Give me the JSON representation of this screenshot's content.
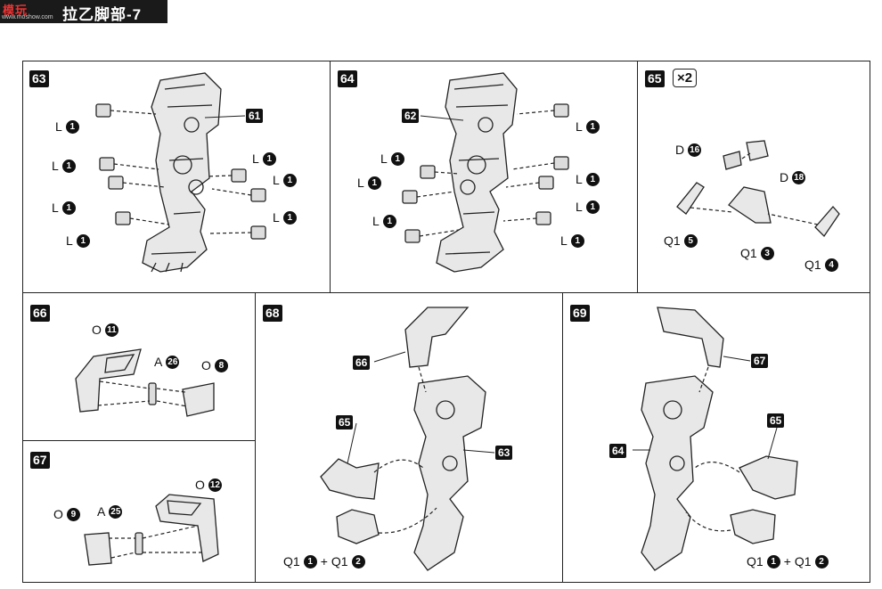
{
  "header": {
    "logo": "模玩",
    "site": "www.moshow.com",
    "title": "拉乙脚部-7"
  },
  "steps": {
    "s63": {
      "num": "63",
      "callout": "61",
      "parts": [
        {
          "letter": "L",
          "num": "1"
        },
        {
          "letter": "L",
          "num": "1"
        },
        {
          "letter": "L",
          "num": "1"
        },
        {
          "letter": "L",
          "num": "1"
        },
        {
          "letter": "L",
          "num": "1"
        },
        {
          "letter": "L",
          "num": "1"
        },
        {
          "letter": "L",
          "num": "1"
        }
      ]
    },
    "s64": {
      "num": "64",
      "callout": "62",
      "parts": [
        {
          "letter": "L",
          "num": "1"
        },
        {
          "letter": "L",
          "num": "1"
        },
        {
          "letter": "L",
          "num": "1"
        },
        {
          "letter": "L",
          "num": "1"
        },
        {
          "letter": "L",
          "num": "1"
        },
        {
          "letter": "L",
          "num": "1"
        },
        {
          "letter": "L",
          "num": "1"
        }
      ]
    },
    "s65": {
      "num": "65",
      "multiplier": "×2",
      "parts": [
        {
          "letter": "D",
          "num": "16"
        },
        {
          "letter": "D",
          "num": "18"
        },
        {
          "letter": "Q1",
          "num": "5"
        },
        {
          "letter": "Q1",
          "num": "3"
        },
        {
          "letter": "Q1",
          "num": "4"
        }
      ]
    },
    "s66": {
      "num": "66",
      "parts": [
        {
          "letter": "O",
          "num": "11"
        },
        {
          "letter": "A",
          "num": "26"
        },
        {
          "letter": "O",
          "num": "8"
        }
      ]
    },
    "s67": {
      "num": "67",
      "parts": [
        {
          "letter": "O",
          "num": "12"
        },
        {
          "letter": "A",
          "num": "25"
        },
        {
          "letter": "O",
          "num": "9"
        }
      ]
    },
    "s68": {
      "num": "68",
      "callouts": [
        "66",
        "65",
        "63"
      ],
      "bottom": {
        "a": "Q1",
        "an": "1",
        "plus": "+",
        "b": "Q1",
        "bn": "2"
      }
    },
    "s69": {
      "num": "69",
      "callouts": [
        "67",
        "65",
        "64"
      ],
      "bottom": {
        "a": "Q1",
        "an": "1",
        "plus": "+",
        "b": "Q1",
        "bn": "2"
      }
    }
  }
}
